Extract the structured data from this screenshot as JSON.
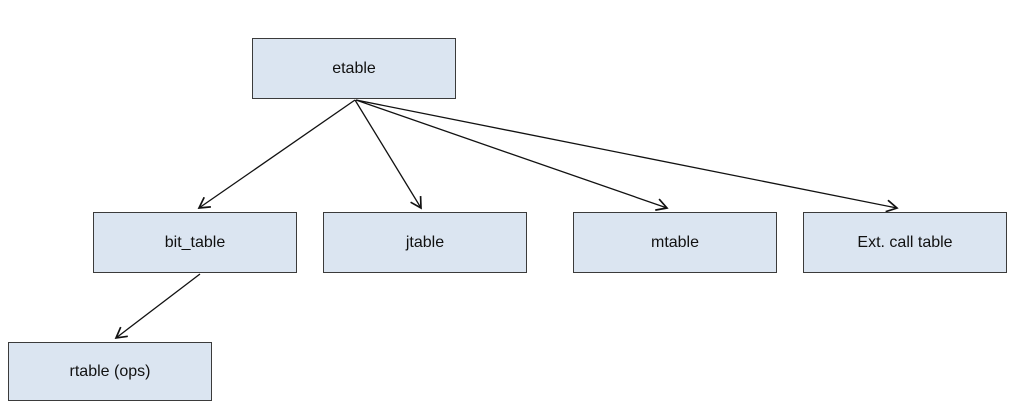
{
  "diagram": {
    "background_color": "#ffffff",
    "node_fill_color": "#dbe5f1",
    "node_border_color": "#3b3b3b",
    "edge_color": "#111111",
    "nodes": [
      {
        "id": "etable",
        "label": "etable"
      },
      {
        "id": "bit_table",
        "label": "bit_table"
      },
      {
        "id": "jtable",
        "label": "jtable"
      },
      {
        "id": "mtable",
        "label": "mtable"
      },
      {
        "id": "ext_call_table",
        "label": "Ext. call table"
      },
      {
        "id": "rtable_ops",
        "label": "rtable (ops)"
      }
    ],
    "edges": [
      {
        "from": "etable",
        "to": "bit_table"
      },
      {
        "from": "etable",
        "to": "jtable"
      },
      {
        "from": "etable",
        "to": "mtable"
      },
      {
        "from": "etable",
        "to": "ext_call_table"
      },
      {
        "from": "bit_table",
        "to": "rtable_ops"
      }
    ]
  }
}
